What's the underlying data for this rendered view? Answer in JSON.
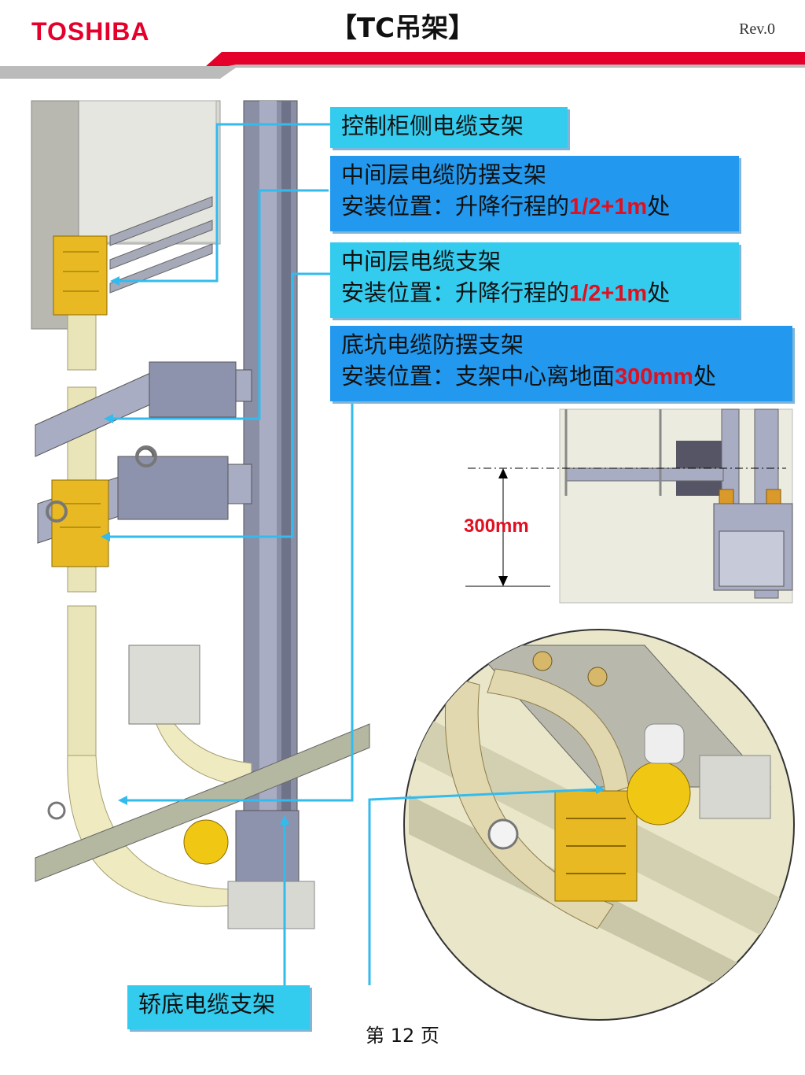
{
  "header": {
    "brand": "TOSHIBA",
    "title": "【TC吊架】",
    "revision": "Rev.0",
    "accent_red": "#e4002b",
    "band_gray": "#b7b7b7"
  },
  "callouts": {
    "control_cabinet_bracket": "控制柜侧电缆支架",
    "mid_anti_sway": {
      "line1": "中间层电缆防摆支架",
      "line2_prefix": "安装位置：升降行程的",
      "line2_value": "1/2+1m",
      "line2_suffix": "处"
    },
    "mid_cable_bracket": {
      "line1": "中间层电缆支架",
      "line2_prefix": "安装位置：升降行程的",
      "line2_value": "1/2+1m",
      "line2_suffix": "处"
    },
    "pit_anti_sway": {
      "line1": "底坑电缆防摆支架",
      "line2_prefix": "安装位置：支架中心离地面",
      "line2_value": "300mm",
      "line2_suffix": "处"
    },
    "car_bottom_bracket": "轿底电缆支架"
  },
  "detail": {
    "dimension_label": "300mm"
  },
  "footer": {
    "page": "第  12  页"
  },
  "colors": {
    "callout_cyan": "#33ccee",
    "callout_blue": "#2299ee",
    "highlight_red": "#e01020",
    "leader_line": "#33bbee"
  }
}
